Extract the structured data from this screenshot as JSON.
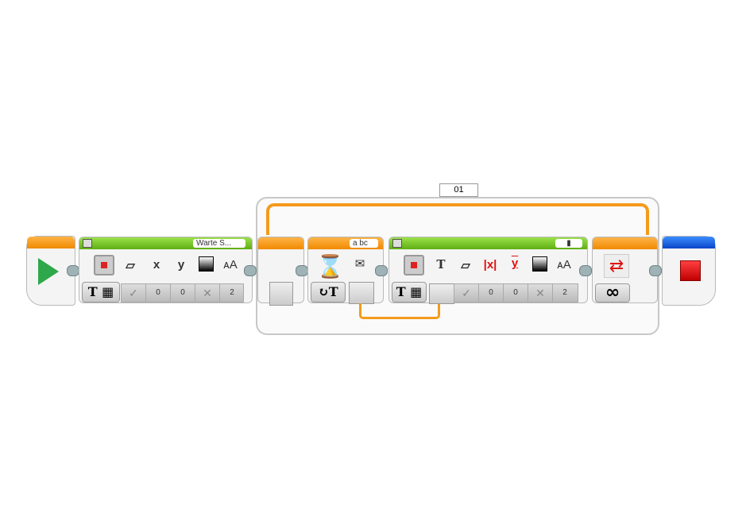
{
  "start_block": {
    "icon": "play-icon"
  },
  "display_block_1": {
    "label": "Warte S...",
    "mode": "T",
    "params": [
      "✓",
      "0",
      "0",
      "✕",
      "2"
    ],
    "headers": [
      "eraser",
      "x",
      "y",
      "color",
      "AA"
    ]
  },
  "loop": {
    "counter": "01",
    "end_label": "∞"
  },
  "message_block": {
    "label": "a bc",
    "mode": "T"
  },
  "display_block_2": {
    "label": "▮",
    "mode": "T",
    "params": [
      "✓",
      "0",
      "0",
      "✕",
      "2"
    ],
    "headers": [
      "T",
      "eraser",
      "x",
      "y",
      "color",
      "AA"
    ]
  },
  "stop_block": {
    "icon": "stop-icon"
  },
  "colors": {
    "orange": "#f08a00",
    "green": "#5fae14",
    "blue": "#0a46c8",
    "red": "#e01010"
  }
}
